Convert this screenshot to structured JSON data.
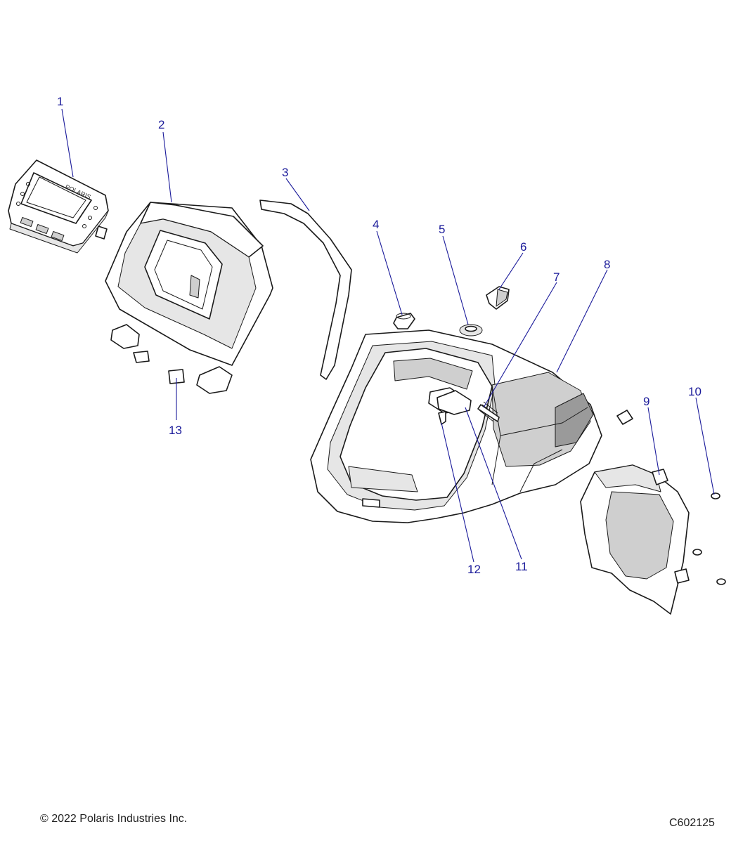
{
  "callouts": [
    "1",
    "2",
    "3",
    "4",
    "5",
    "6",
    "7",
    "8",
    "9",
    "10",
    "11",
    "12",
    "13"
  ],
  "parts": {
    "gauge_brand": "POLARIS"
  },
  "footer": {
    "copyright": "© 2022 Polaris Industries Inc.",
    "figure_id": "C602125"
  },
  "colors": {
    "callout": "#1a1a9a",
    "line": "#1a1a1a",
    "shade": "#cfcfcf"
  }
}
